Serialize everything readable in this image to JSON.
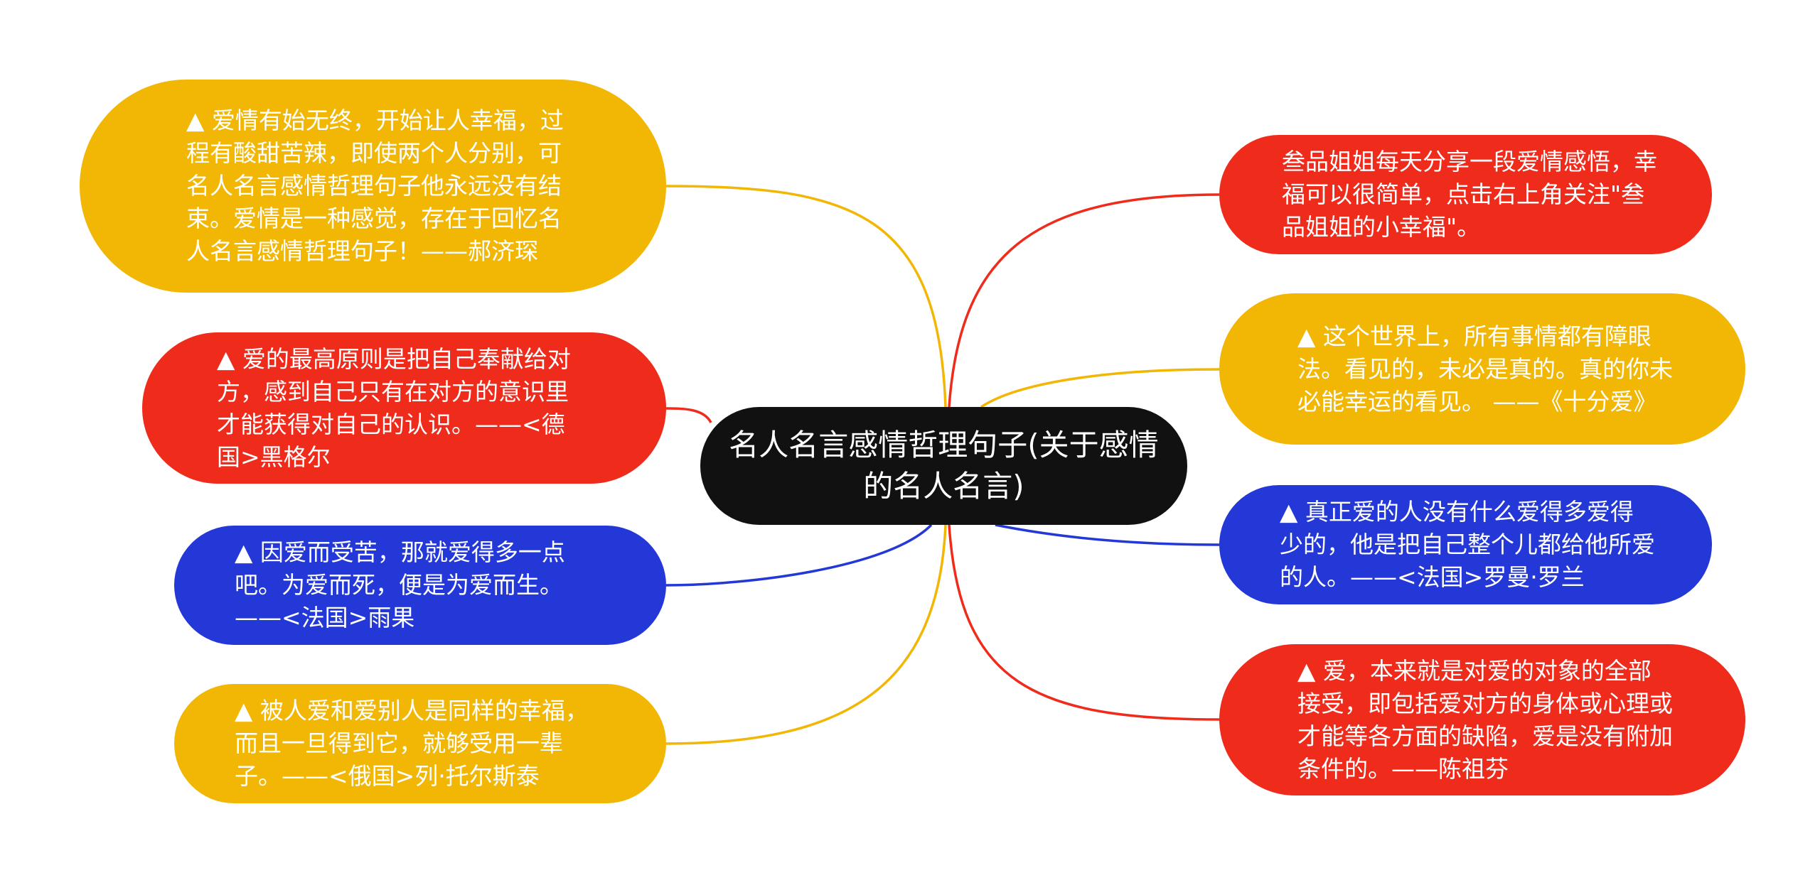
{
  "center": {
    "text": "名人名言感情哲理句子(关于感情的名人名言)",
    "color": "#111111"
  },
  "left_nodes": [
    {
      "id": "l1",
      "color": "#f2b705",
      "text": "▲ 爱情有始无终，开始让人幸福，过程有酸甜苦辣，即使两个人分别，可名人名言感情哲理句子他永远没有结束。爱情是一种感觉，存在于回忆名人名言感情哲理句子！——郝济琛"
    },
    {
      "id": "l2",
      "color": "#ef2b1c",
      "text": "▲ 爱的最高原则是把自己奉献给对方，感到自己只有在对方的意识里才能获得对自己的认识。——<德国>黑格尔"
    },
    {
      "id": "l3",
      "color": "#2338d6",
      "text": "▲ 因爱而受苦，那就爱得多一点吧。为爱而死，便是为爱而生。——<法国>雨果"
    },
    {
      "id": "l4",
      "color": "#f2b705",
      "text": "▲ 被人爱和爱别人是同样的幸福，而且一旦得到它，就够受用一辈子。——<俄国>列·托尔斯泰"
    }
  ],
  "right_nodes": [
    {
      "id": "r1",
      "color": "#ef2b1c",
      "text": "叁品姐姐每天分享一段爱情感悟，幸福可以很简单，点击右上角关注\"叁品姐姐的小幸福\"。"
    },
    {
      "id": "r2",
      "color": "#f2b705",
      "text": "▲ 这个世界上，所有事情都有障眼法。看见的，未必是真的。真的你未必能幸运的看见。 ——《十分爱》"
    },
    {
      "id": "r3",
      "color": "#2338d6",
      "text": "▲ 真正爱的人没有什么爱得多爱得少的，他是把自己整个儿都给他所爱的人。——<法国>罗曼·罗兰"
    },
    {
      "id": "r4",
      "color": "#ef2b1c",
      "text": "▲ 爱，本来就是对爱的对象的全部接受，即包括爱对方的身体或心理或才能等各方面的缺陷，爱是没有附加条件的。——陈祖芬"
    }
  ]
}
